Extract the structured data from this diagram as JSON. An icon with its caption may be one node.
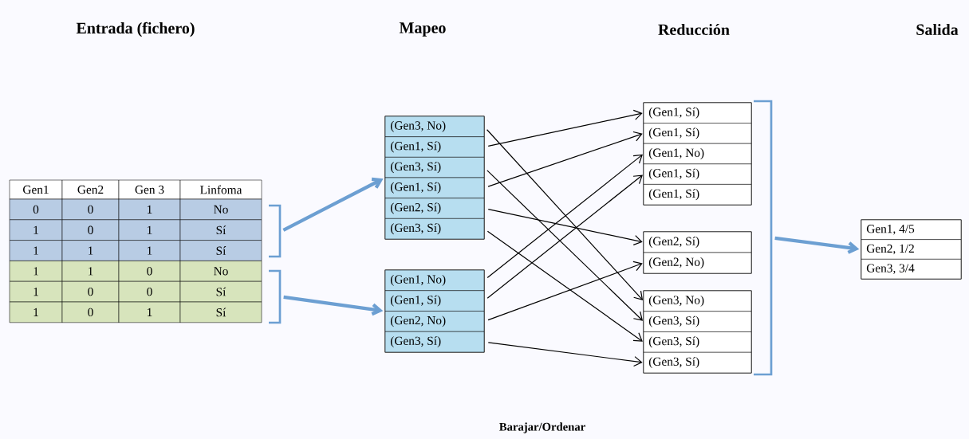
{
  "diagram": {
    "nodes": [
      {
        "text": [],
        "shape": "bracket"
      },
      {
        "text": [],
        "shape": "bracket"
      },
      {
        "text": [],
        "shape": "box"
      },
      {
        "text": [
          "(Gen3, No)"
        ],
        "in": 2
      },
      {
        "text": [
          "(Gen1, Sí)"
        ],
        "in": 2
      },
      {
        "text": [
          "(Gen3, Sí)"
        ],
        "in": 2
      },
      {
        "text": [
          "(Gen1, Sí)"
        ],
        "in": 2
      },
      {
        "text": [
          "(Gen2, Sí)"
        ],
        "in": 2
      },
      {
        "text": [
          "(Gen3, Sí)"
        ],
        "in": 2
      },
      {
        "text": [],
        "shape": "box"
      },
      {
        "text": [
          "(Gen1, No)"
        ],
        "in": 9
      },
      {
        "text": [
          "(Gen1, Sí)"
        ],
        "in": 9
      },
      {
        "text": [
          "(Gen2, No)"
        ],
        "in": 9
      },
      {
        "text": [
          "(Gen3, Sí)"
        ],
        "in": 9
      },
      {
        "text": [],
        "shape": "box"
      },
      {
        "text": [
          "(Gen1, Sí)"
        ],
        "in": 14
      },
      {
        "text": [
          "(Gen1, Sí)"
        ],
        "in": 14
      },
      {
        "text": [
          "(Gen1, No)"
        ],
        "in": 14
      },
      {
        "text": [
          "(Gen1, Sí)"
        ],
        "in": 14
      },
      {
        "text": [
          "(Gen1, Sí)"
        ],
        "in": 14
      },
      {
        "text": [],
        "shape": "box"
      },
      {
        "text": [
          "(Gen2, Sí)"
        ],
        "in": 20
      },
      {
        "text": [
          "(Gen2, No)"
        ],
        "in": 20
      },
      {
        "text": [],
        "shape": "box"
      },
      {
        "text": [
          "(Gen3, No)"
        ],
        "in": 23
      },
      {
        "text": [
          "(Gen3, Sí)"
        ],
        "in": 23
      },
      {
        "text": [
          "(Gen3, Sí)"
        ],
        "in": 23
      },
      {
        "text": [
          "(Gen3, Sí)"
        ],
        "in": 23
      },
      {
        "text": [],
        "shape": "bracket"
      },
      {
        "text": [],
        "shape": "box"
      },
      {
        "text": [
          "Gen1, 4/5"
        ],
        "in": 29
      },
      {
        "text": [
          "Gen2, 1/2"
        ],
        "in": 29
      },
      {
        "text": [
          "Gen3, 3/4"
        ],
        "in": 29
      }
    ],
    "edges": [
      {
        "from": 0,
        "to": 2,
        "arrow": "to",
        "style": "thick",
        "color": "#6c9fd2"
      },
      {
        "from": 1,
        "to": 9,
        "arrow": "to",
        "style": "thick",
        "color": "#6c9fd2"
      },
      {
        "from": 3,
        "to": 24,
        "arrow": "to"
      },
      {
        "from": 4,
        "to": 15,
        "arrow": "to"
      },
      {
        "from": 5,
        "to": 25,
        "arrow": "to"
      },
      {
        "from": 6,
        "to": 16,
        "arrow": "to"
      },
      {
        "from": 7,
        "to": 21,
        "arrow": "to"
      },
      {
        "from": 8,
        "to": 26,
        "arrow": "to"
      },
      {
        "from": 10,
        "to": 17,
        "arrow": "to"
      },
      {
        "from": 11,
        "to": 18,
        "arrow": "to"
      },
      {
        "from": 12,
        "to": 22,
        "arrow": "to"
      },
      {
        "from": 13,
        "to": 27,
        "arrow": "to"
      },
      {
        "from": 28,
        "to": 29,
        "arrow": "to",
        "style": "thick",
        "color": "#6c9fd2"
      }
    ],
    "labels": [
      "Entrada (fichero)",
      "Mapeo",
      "Reducción",
      "Salida",
      "Gen1",
      "Gen2",
      "Gen 3",
      "Linfoma",
      "0",
      "0",
      "1",
      "No",
      "1",
      "0",
      "1",
      "Sí",
      "1",
      "1",
      "1",
      "Sí",
      "1",
      "1",
      "0",
      "No",
      "1",
      "0",
      "0",
      "Sí",
      "1",
      "0",
      "1",
      "Sí",
      "Barajar/Ordenar"
    ]
  }
}
